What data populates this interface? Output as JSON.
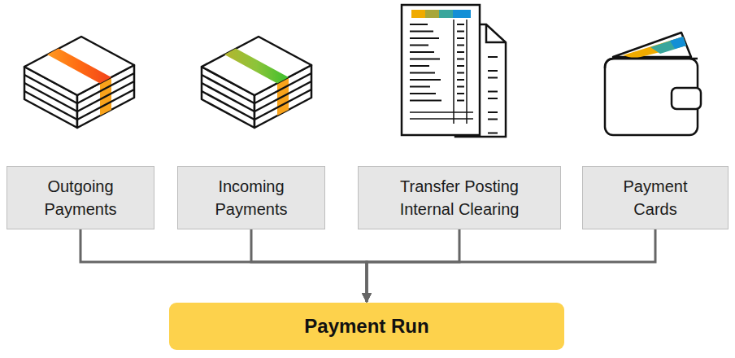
{
  "diagram": {
    "nodes": [
      {
        "text": [
          "Outgoing Payments"
        ]
      },
      {
        "text": [
          "Incoming Payments"
        ]
      },
      {
        "text": [
          "Transfer Posting Internal Clearing"
        ]
      },
      {
        "text": [
          "Payment Cards"
        ]
      },
      {
        "text": [
          "Payment Run"
        ]
      }
    ],
    "edges": [
      {
        "from": 0,
        "to": 4,
        "arrow": "to"
      },
      {
        "from": 1,
        "to": 4,
        "arrow": "to"
      },
      {
        "from": 2,
        "to": 4,
        "arrow": "to"
      },
      {
        "from": 3,
        "to": 4,
        "arrow": "to"
      }
    ]
  }
}
